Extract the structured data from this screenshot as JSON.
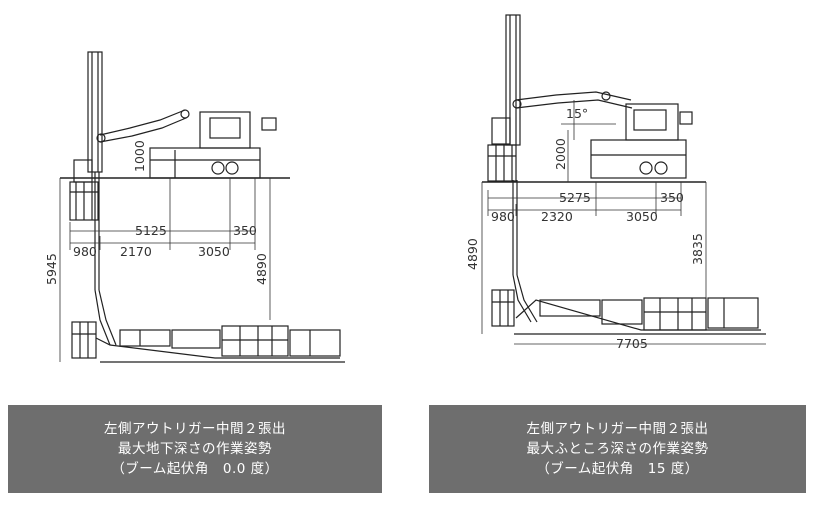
{
  "panels": [
    {
      "caption": {
        "line1": "左側アウトリガー中間２張出",
        "line2": "最大地下深さの作業姿勢",
        "line3": "（ブーム起伏角　0.0 度）"
      },
      "dims": {
        "d1000": "1000",
        "d5125": "5125",
        "d350": "350",
        "d980": "980",
        "d2170": "2170",
        "d3050": "3050",
        "d4890": "4890",
        "d5945": "5945"
      }
    },
    {
      "caption": {
        "line1": "左側アウトリガー中間２張出",
        "line2": "最大ふところ深さの作業姿勢",
        "line3": "（ブーム起伏角　15 度）"
      },
      "dims": {
        "angle": "15°",
        "d2000": "2000",
        "d5275": "5275",
        "d350": "350",
        "d980": "980",
        "d2320": "2320",
        "d3050": "3050",
        "d4890": "4890",
        "d3835": "3835",
        "d7705": "7705"
      }
    }
  ]
}
